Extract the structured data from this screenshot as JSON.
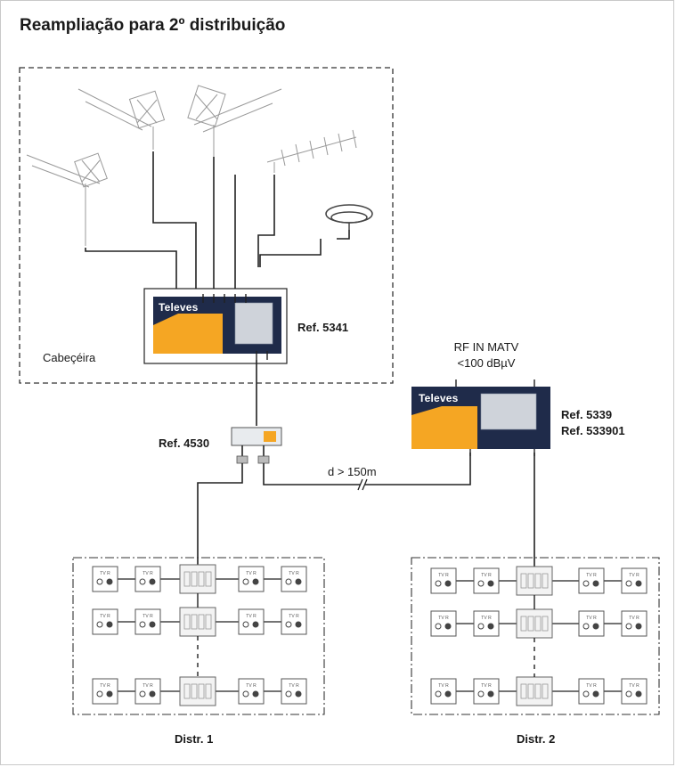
{
  "title": "Reampliação para 2º distribuição",
  "headend": {
    "area_label": "Cabeçéira",
    "amplifier_ref": "Ref. 5341",
    "brand": "Televes"
  },
  "splitter": {
    "ref": "Ref. 4530"
  },
  "link": {
    "distance": "d > 150m"
  },
  "second_amp": {
    "input_line1": "RF IN MATV",
    "input_line2": "<100 dBµV",
    "ref_line1": "Ref. 5339",
    "ref_line2": "Ref. 533901",
    "brand": "Televes"
  },
  "distributions": [
    {
      "label": "Distr. 1"
    },
    {
      "label": "Distr. 2"
    }
  ],
  "outlet_text": "TV R",
  "colors": {
    "amplifier_body": "#1f2b4a",
    "amplifier_accent": "#f5a623",
    "line": "#222222",
    "dashed_border": "#333333"
  }
}
